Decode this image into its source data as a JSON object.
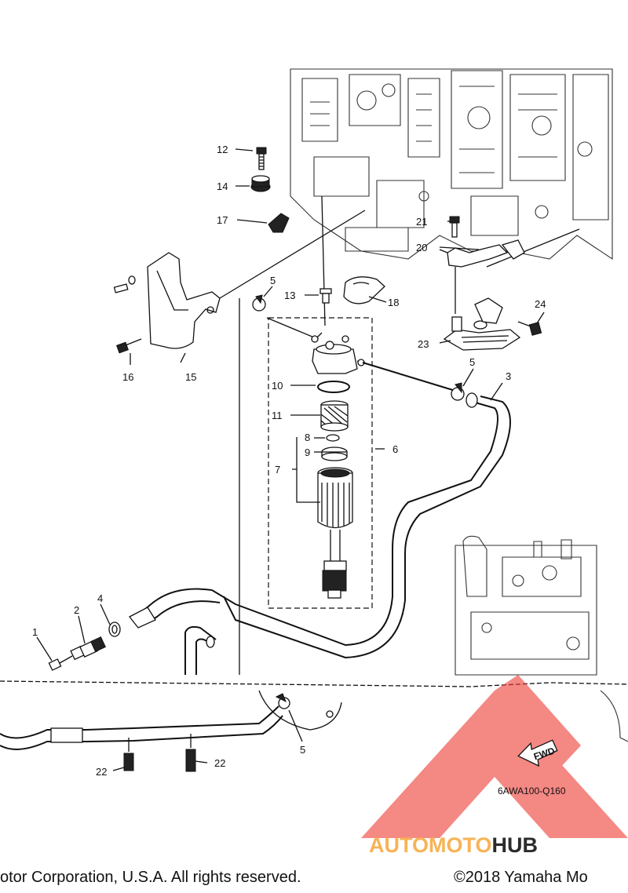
{
  "diagram": {
    "callouts": {
      "c1": "1",
      "c2": "2",
      "c3": "3",
      "c4": "4",
      "c5a": "5",
      "c5b": "5",
      "c5c": "5",
      "c6": "6",
      "c7": "7",
      "c8": "8",
      "c9": "9",
      "c10": "10",
      "c11": "11",
      "c12": "12",
      "c13": "13",
      "c14": "14",
      "c15": "15",
      "c16": "16",
      "c17": "17",
      "c18": "18",
      "c20": "20",
      "c21": "21",
      "c22a": "22",
      "c22b": "22",
      "c23": "23",
      "c24": "24"
    },
    "fwd_label": "FWD",
    "figure_code": "6AWA100-Q160",
    "copyright_left": "otor Corporation, U.S.A. All rights reserved.",
    "copyright_right": "©2018 Yamaha Mo"
  },
  "watermark": {
    "brand_part1": "AUTOMOTO",
    "brand_part2": "HUB",
    "color_logo": "#ee3a32",
    "color_part1": "#f7b356",
    "color_part2": "#2b2b2b"
  }
}
